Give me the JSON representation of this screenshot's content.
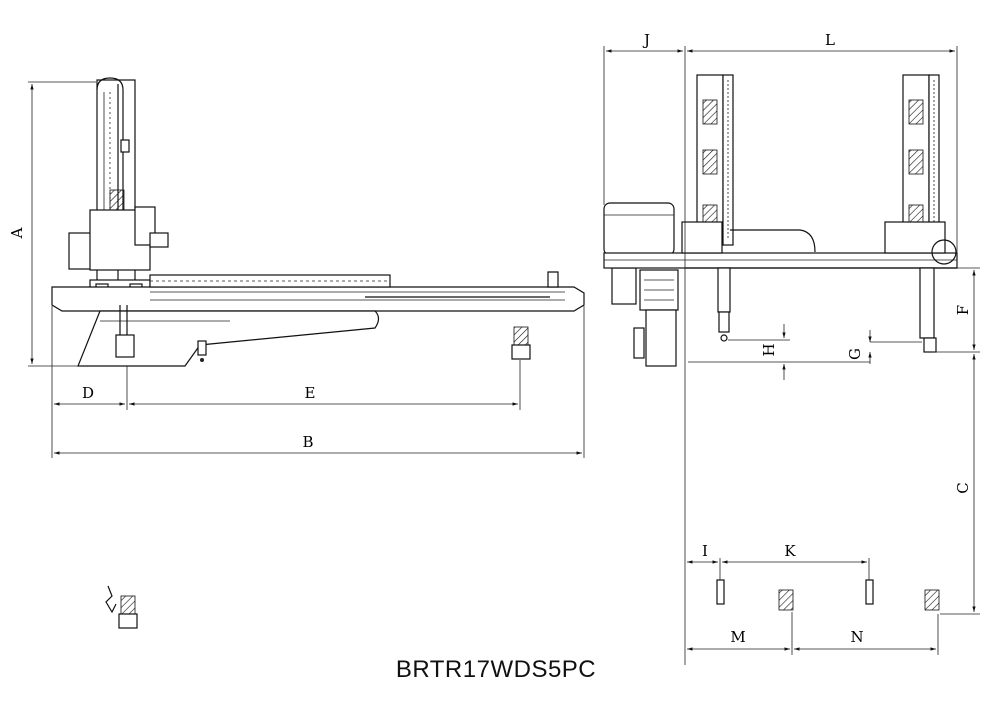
{
  "model": "BRTR17WDS5PC",
  "dimension_labels": {
    "A": "A",
    "B": "B",
    "C": "C",
    "D": "D",
    "E": "E",
    "F": "F",
    "G": "G",
    "H": "H",
    "I": "I",
    "J": "J",
    "K": "K",
    "L": "L",
    "M": "M",
    "N": "N"
  }
}
